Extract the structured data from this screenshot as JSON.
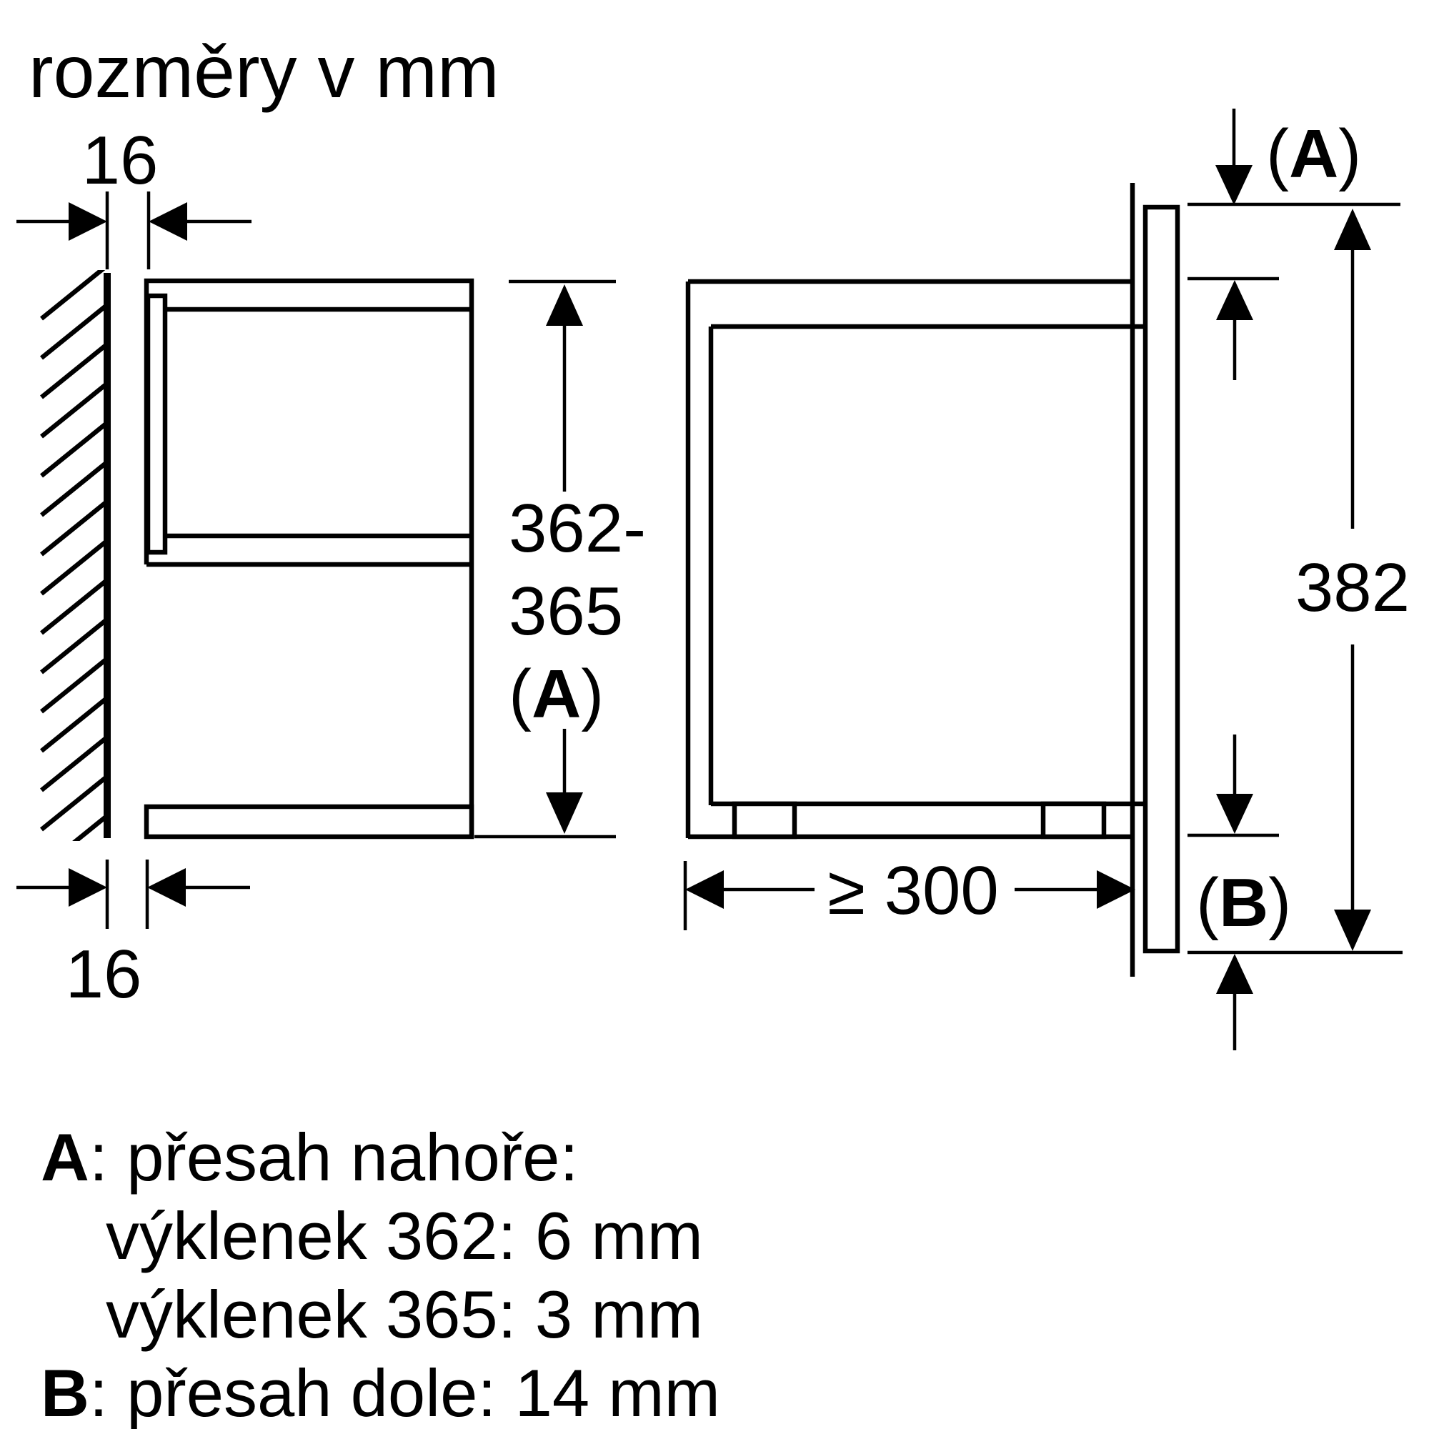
{
  "title": "rozměry v mm",
  "colors": {
    "ink": "#000000",
    "background": "#ffffff"
  },
  "left_view": {
    "gap_top_label": "16",
    "gap_bottom_label": "16",
    "niche_height_l1": "362-",
    "niche_height_l2": "365",
    "niche_height_l3_open": "(",
    "niche_height_l3_letter": "A",
    "niche_height_l3_close": ")"
  },
  "right_view": {
    "overhang_top_open": "(",
    "overhang_top_letter": "A",
    "overhang_top_close": ")",
    "frame_height_label": "382",
    "overhang_bottom_open": "(",
    "overhang_bottom_letter": "B",
    "overhang_bottom_close": ")",
    "niche_depth_label": "≥ 300"
  },
  "legend": {
    "line1_key": "A",
    "line1_rest": ": přesah nahoře:",
    "line2": "výklenek 362: 6 mm",
    "line3": "výklenek 365: 3 mm",
    "line4_key": "B",
    "line4_rest": ": přesah dole: 14 mm"
  }
}
